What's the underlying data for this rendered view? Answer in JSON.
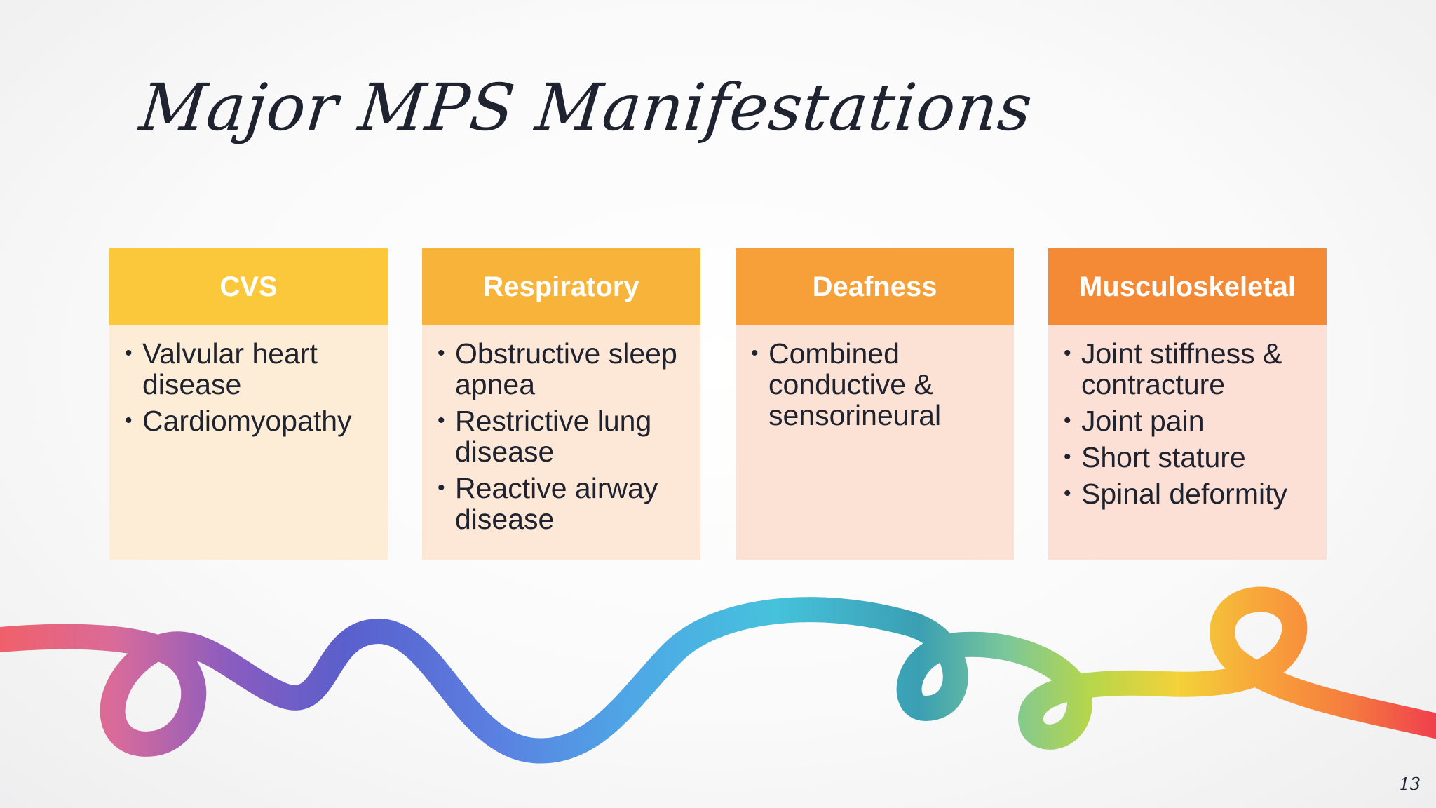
{
  "slide": {
    "title": "Major MPS Manifestations",
    "page_number": "13"
  },
  "cards": [
    {
      "header": "CVS",
      "header_color": "#fbc73b",
      "body_color": "#fdedd7",
      "items": [
        "Valvular heart disease",
        "Cardiomyopathy"
      ]
    },
    {
      "header": "Respiratory",
      "header_color": "#f8b43a",
      "body_color": "#fde8d7",
      "items": [
        "Obstructive sleep apnea",
        "Restrictive lung disease",
        "Reactive airway disease"
      ]
    },
    {
      "header": "Deafness",
      "header_color": "#f7a03a",
      "body_color": "#fce2d5",
      "items": [
        "Combined conductive & sensorineural"
      ]
    },
    {
      "header": "Musculoskeletal",
      "header_color": "#f48a35",
      "body_color": "#fce0d6",
      "items": [
        "Joint stiffness & contracture",
        "Joint pain",
        "Short stature",
        "Spinal deformity"
      ]
    }
  ]
}
